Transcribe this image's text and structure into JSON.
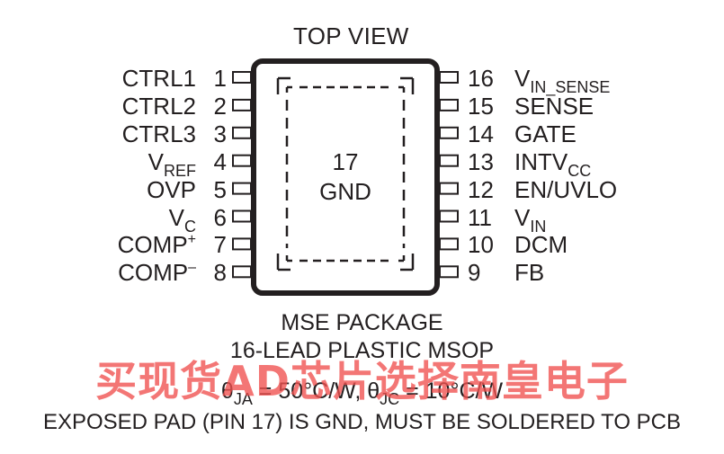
{
  "title": "TOP VIEW",
  "left_pins": [
    {
      "num": "1",
      "name": "CTRL1",
      "sub": "",
      "sup": ""
    },
    {
      "num": "2",
      "name": "CTRL2",
      "sub": "",
      "sup": ""
    },
    {
      "num": "3",
      "name": "CTRL3",
      "sub": "",
      "sup": ""
    },
    {
      "num": "4",
      "name": "V",
      "sub": "REF",
      "sup": ""
    },
    {
      "num": "5",
      "name": "OVP",
      "sub": "",
      "sup": ""
    },
    {
      "num": "6",
      "name": "V",
      "sub": "C",
      "sup": ""
    },
    {
      "num": "7",
      "name": "COMP",
      "sub": "",
      "sup": "+"
    },
    {
      "num": "8",
      "name": "COMP",
      "sub": "",
      "sup": "–"
    }
  ],
  "right_pins": [
    {
      "num": "16",
      "name": "V",
      "sub": "IN_SENSE",
      "sup": ""
    },
    {
      "num": "15",
      "name": "SENSE",
      "sub": "",
      "sup": ""
    },
    {
      "num": "14",
      "name": "GATE",
      "sub": "",
      "sup": ""
    },
    {
      "num": "13",
      "name": "INTV",
      "sub": "CC",
      "sup": ""
    },
    {
      "num": "12",
      "name": "EN/UVLO",
      "sub": "",
      "sup": ""
    },
    {
      "num": "11",
      "name": "V",
      "sub": "IN",
      "sup": ""
    },
    {
      "num": "10",
      "name": "DCM",
      "sub": "",
      "sup": ""
    },
    {
      "num": "9",
      "name": "FB",
      "sub": "",
      "sup": ""
    }
  ],
  "exposed_pad": {
    "num": "17",
    "name": "GND"
  },
  "package": {
    "line1": "MSE PACKAGE",
    "line2": "16-LEAD PLASTIC MSOP",
    "theta_ja_symbol": "θ",
    "theta_ja_sub": "JA",
    "theta_ja_value": " = 50°C/W, ",
    "theta_jc_symbol": "θ",
    "theta_jc_sub": "JC",
    "theta_jc_value": " = 10°C/W",
    "line4": "EXPOSED PAD (PIN 17) IS GND, MUST BE SOLDERED TO PCB"
  },
  "watermark": "买现货AD芯片选择南皇电子",
  "colors": {
    "ink": "#231f20",
    "watermark": "#f0504f"
  }
}
